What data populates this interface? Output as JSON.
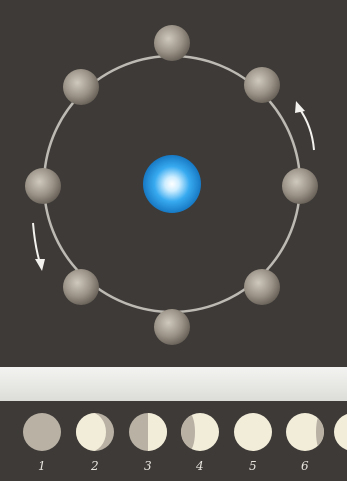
{
  "phases": {
    "labels": [
      "1",
      "2",
      "3",
      "4",
      "5",
      "6"
    ]
  },
  "colors": {
    "background": "#3d3a38",
    "orbit": "#bdbab4",
    "earth": "#2aa3e8",
    "moon_dark": "#8c857c",
    "moon_lit": "#f2edd9",
    "arrow": "#f4f2ee"
  }
}
